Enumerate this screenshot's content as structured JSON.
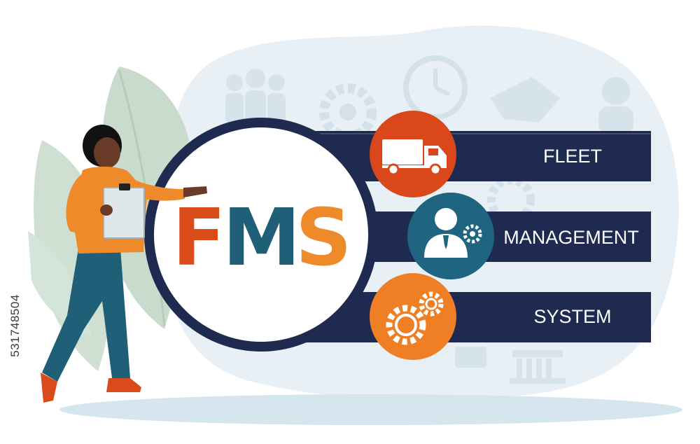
{
  "acronym": {
    "letters": [
      {
        "text": "F",
        "color": "#d94b1b"
      },
      {
        "text": "M",
        "color": "#1f5f78"
      },
      {
        "text": "S",
        "color": "#ef8a2b"
      }
    ]
  },
  "rows": [
    {
      "label": "FLEET",
      "icon": "truck-icon",
      "circle_color": "#d9471a"
    },
    {
      "label": "MANAGEMENT",
      "icon": "manager-gear-icon",
      "circle_color": "#1f6480"
    },
    {
      "label": "SYSTEM",
      "icon": "gears-icon",
      "circle_color": "#ee7f25"
    }
  ],
  "stock_id": "531748504",
  "colors": {
    "navy": "#1e2a4f",
    "background_blob": "#e6eff4",
    "leaf": "#c9d9cb",
    "shadow": "#d7e6ee"
  }
}
